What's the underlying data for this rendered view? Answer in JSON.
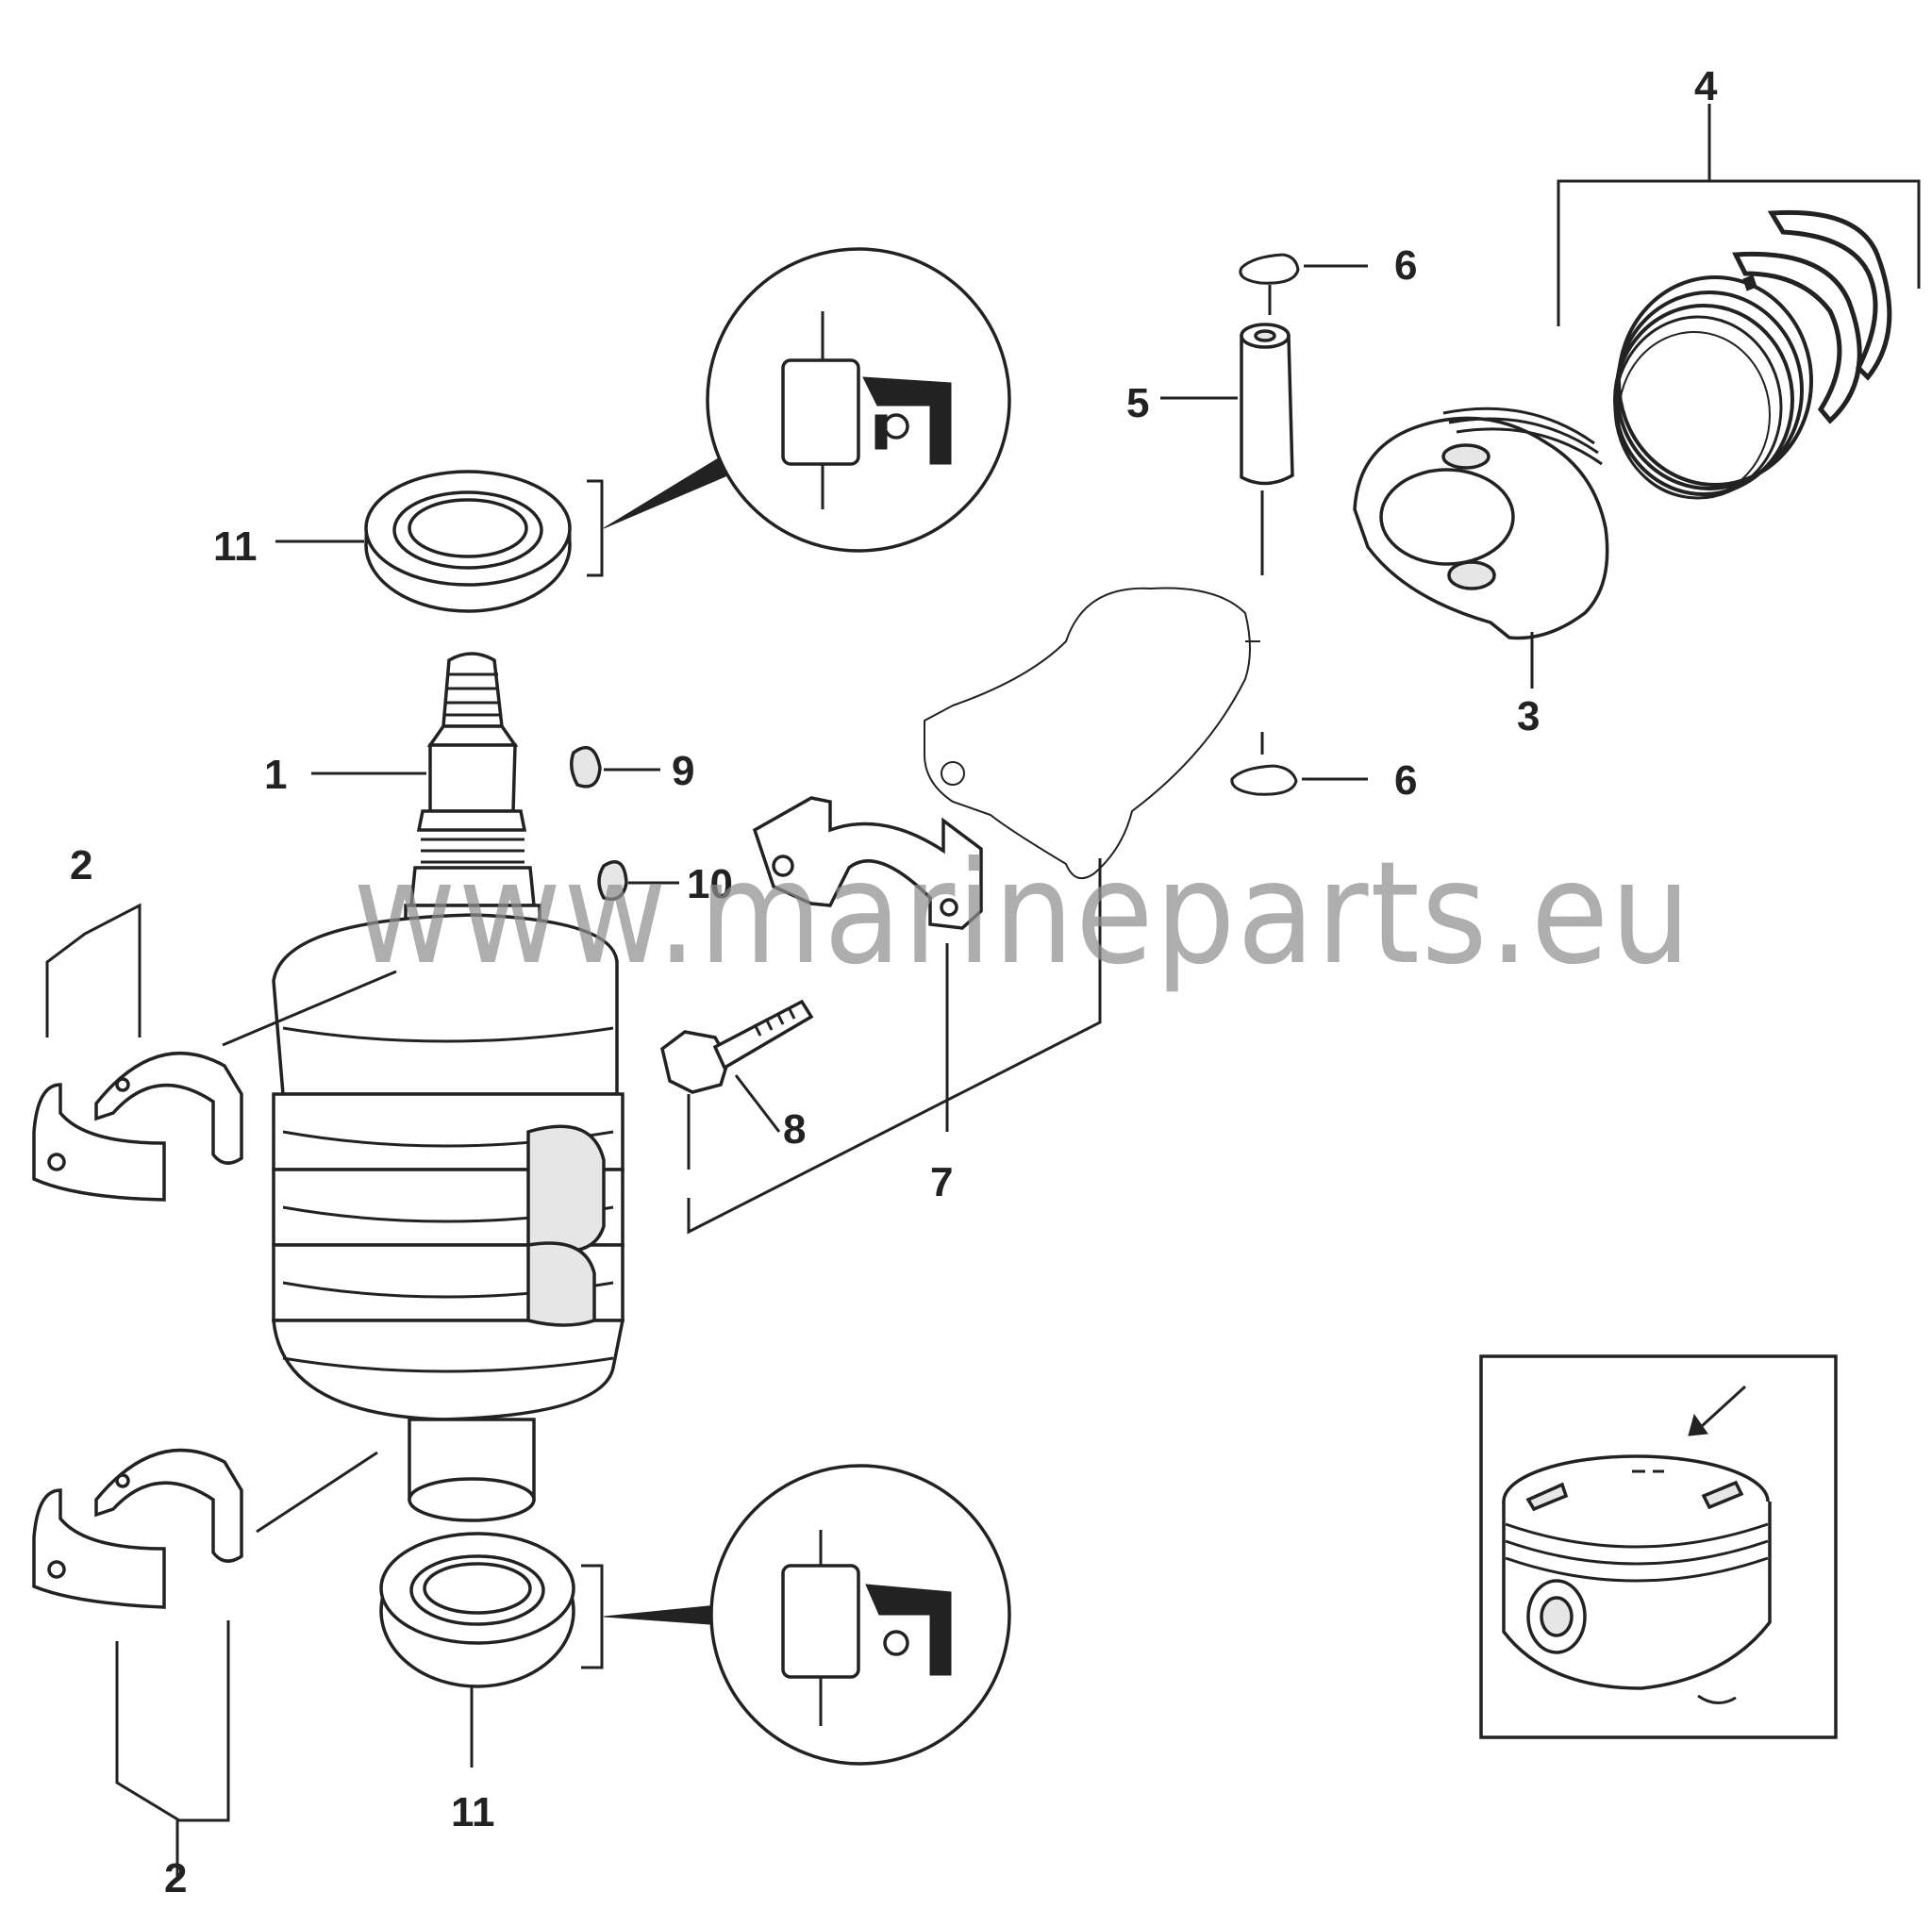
{
  "diagram": {
    "callouts": {
      "c1": "1",
      "c2a": "2",
      "c2b": "2",
      "c3": "3",
      "c4": "4",
      "c5": "5",
      "c6a": "6",
      "c6b": "6",
      "c7": "7",
      "c8": "8",
      "c9": "9",
      "c10": "10",
      "c11a": "11",
      "c11b": "11"
    },
    "watermark": "www.marineparts.eu"
  }
}
